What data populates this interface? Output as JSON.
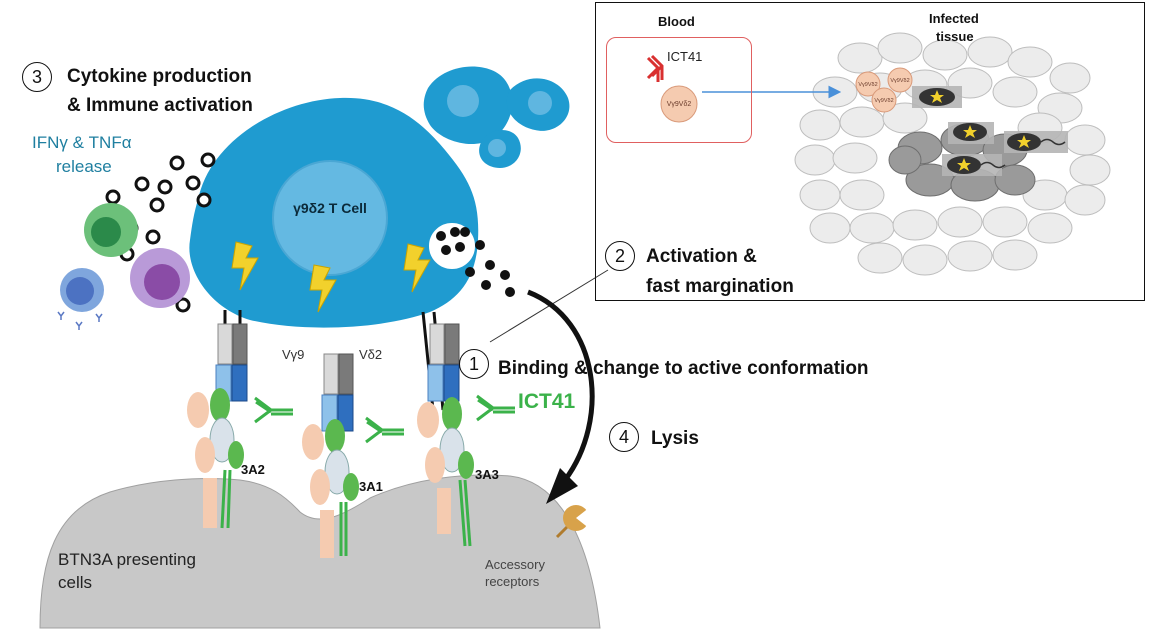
{
  "steps": [
    {
      "number": "1",
      "title": "Binding & change to active conformation"
    },
    {
      "number": "2",
      "title_line1": "Activation &",
      "title_line2": "fast margination"
    },
    {
      "number": "3",
      "title_line1": "Cytokine production",
      "title_line2": "& Immune activation"
    },
    {
      "number": "4",
      "title": "Lysis"
    }
  ],
  "labels": {
    "cytokine_line1": "IFNγ & TNFα",
    "cytokine_line2": "release",
    "t_cell": "γ9δ2 T Cell",
    "v_gamma9": "Vγ9",
    "v_delta2": "Vδ2",
    "ict41_main": "ICT41",
    "btn_3a1": "3A1",
    "btn_3a2": "3A2",
    "btn_3a3": "3A3",
    "presenting_line1": "BTN3A presenting",
    "presenting_line2": "cells",
    "accessory_line1": "Accessory",
    "accessory_line2": "receptors"
  },
  "inset": {
    "blood_title": "Blood",
    "ict41": "ICT41",
    "blood_cell_label": "Vγ9Vδ2",
    "tissue_line1": "Infected",
    "tissue_line2": "tissue",
    "tissue_cell_labels": [
      "Vγ9Vδ2",
      "Vγ9Vδ2",
      "Vγ9Vδ2"
    ]
  },
  "colors": {
    "t_cell_blue": "#1f9bd0",
    "nucleus_blue": "#64b9e2",
    "ict41_green": "#3bb24a",
    "cytokine_teal": "#1f7fa0",
    "presenting_gray": "#c8c8c8",
    "lightning_yellow": "#f2d12c",
    "blood_border": "#e06060",
    "flow_arrow": "#4a90d9"
  }
}
